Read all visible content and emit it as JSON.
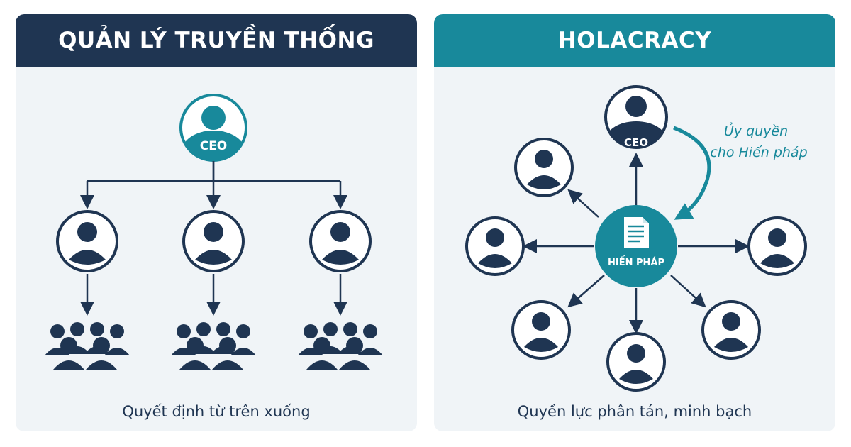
{
  "left_panel": {
    "title": "QUẢN LÝ TRUYỀN THỐNG",
    "ceo_label": "CEO",
    "caption": "Quyết định từ trên xuống"
  },
  "right_panel": {
    "title": "HOLACRACY",
    "ceo_label": "CEO",
    "center_label": "HIẾN PHÁP",
    "annotation_line1": "Ủy quyền",
    "annotation_line2": "cho Hiến pháp",
    "caption": "Quyền lực phân tán, minh bạch"
  },
  "colors": {
    "navy": "#1f3552",
    "teal": "#18899b",
    "panel_bg": "#f0f4f7"
  }
}
